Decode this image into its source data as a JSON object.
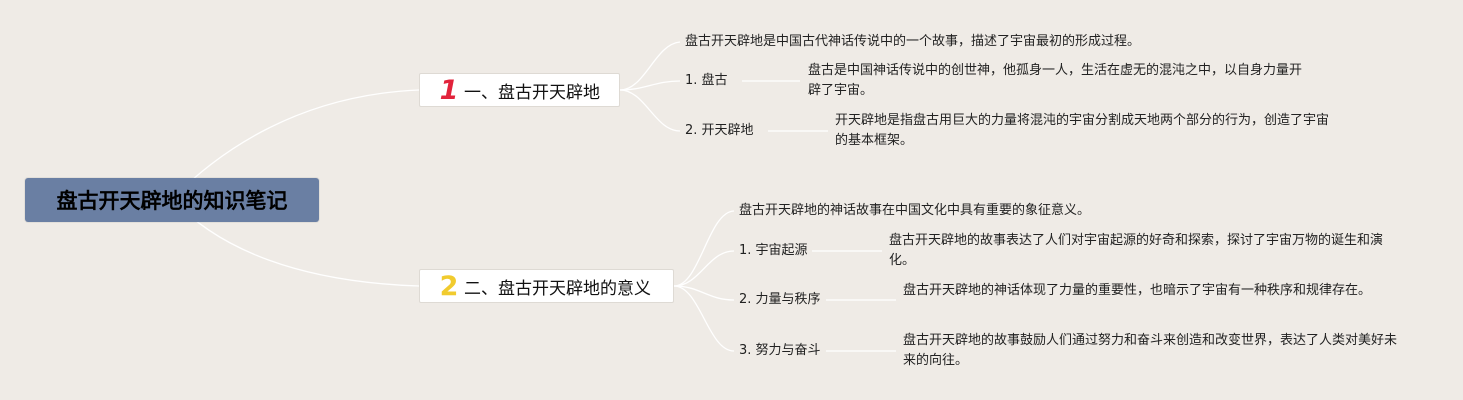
{
  "colors": {
    "background": "#efebe6",
    "root_fill": "#6a7fa3",
    "number_1": "#e2233b",
    "number_2": "#f1cb2e",
    "connector": "#ffffff"
  },
  "root": {
    "title": "盘古开天辟地的知识笔记"
  },
  "branches": [
    {
      "number": "1",
      "label": "一、盘古开天辟地",
      "summary": "盘古开天辟地是中国古代神话传说中的一个故事，描述了宇宙最初的形成过程。",
      "items": [
        {
          "label": "1. 盘古",
          "desc": "盘古是中国神话传说中的创世神，他孤身一人，生活在虚无的混沌之中，以自身力量开辟了宇宙。"
        },
        {
          "label": "2. 开天辟地",
          "desc": "开天辟地是指盘古用巨大的力量将混沌的宇宙分割成天地两个部分的行为，创造了宇宙的基本框架。"
        }
      ]
    },
    {
      "number": "2",
      "label": "二、盘古开天辟地的意义",
      "summary": "盘古开天辟地的神话故事在中国文化中具有重要的象征意义。",
      "items": [
        {
          "label": "1. 宇宙起源",
          "desc": "盘古开天辟地的故事表达了人们对宇宙起源的好奇和探索，探讨了宇宙万物的诞生和演化。"
        },
        {
          "label": "2. 力量与秩序",
          "desc": "盘古开天辟地的神话体现了力量的重要性，也暗示了宇宙有一种秩序和规律存在。"
        },
        {
          "label": "3. 努力与奋斗",
          "desc": "盘古开天辟地的故事鼓励人们通过努力和奋斗来创造和改变世界，表达了人类对美好未来的向往。"
        }
      ]
    }
  ]
}
